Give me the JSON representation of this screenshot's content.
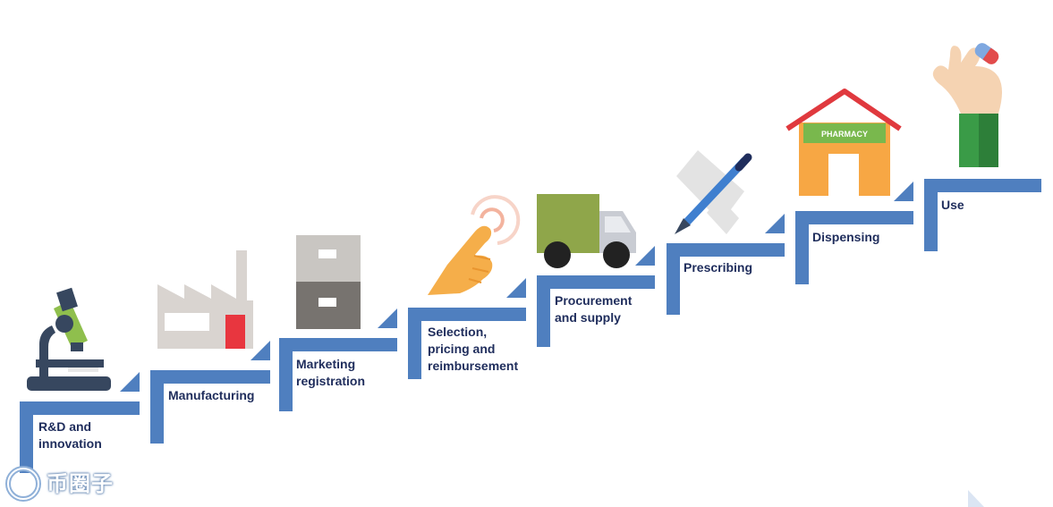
{
  "steps": [
    {
      "label": "R&D and\ninnovation"
    },
    {
      "label": "Manufacturing"
    },
    {
      "label": "Marketing\nregistration"
    },
    {
      "label": "Selection,\npricing and\nreimbursement"
    },
    {
      "label": "Procurement\nand supply"
    },
    {
      "label": "Prescribing"
    },
    {
      "label": "Dispensing"
    },
    {
      "label": "Use"
    }
  ],
  "icons": {
    "pharmacy_sign": "PHARMACY",
    "step_icons": [
      "microscope-icon",
      "factory-icon",
      "filing-cabinet-icon",
      "pointing-hand-icon",
      "delivery-truck-icon",
      "prescription-pen-icon",
      "pharmacy-building-icon",
      "hand-holding-pill-icon"
    ]
  },
  "watermark": {
    "text": "币圈子"
  },
  "colors": {
    "step_blue": "#4f7fbf",
    "label_navy": "#1f2d5c",
    "microscope": "#37475f",
    "microscope_green": "#8fbf4d",
    "factory": "#d9d4d0",
    "factory_red": "#e8363f",
    "cabinet_light": "#c9c6c2",
    "cabinet_dark": "#77736f",
    "hand": "#f5ae4a",
    "truck_green": "#8fa64a",
    "truck_grey": "#c9ccd3",
    "pen": "#3f7fcf",
    "paper": "#e3e3e3",
    "pharmacy_orange": "#f7a744",
    "pharmacy_roof": "#e0393e",
    "pharmacy_sign": "#79b84d",
    "sleeve_green": "#3a9b47",
    "pill_red": "#e24b4b",
    "pill_blue": "#7fa8e0"
  }
}
